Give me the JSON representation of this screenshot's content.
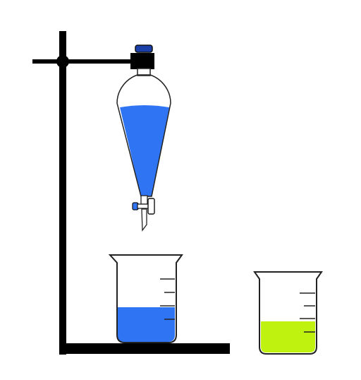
{
  "scene": {
    "background": "#ffffff",
    "apparatus": [
      "retort-stand",
      "separatory-funnel",
      "beaker-with-blue-liquid",
      "beaker-with-green-liquid"
    ],
    "colors": {
      "stand": "#000000",
      "blue_liquid": "#2f74f2",
      "green_liquid": "#bff20f",
      "stopper": "#1a3fa8",
      "outline": "#222222"
    },
    "levels": {
      "funnel_fill_fraction": 0.6,
      "blue_beaker_fill_fraction": 0.42,
      "green_beaker_fill_fraction": 0.38
    }
  }
}
